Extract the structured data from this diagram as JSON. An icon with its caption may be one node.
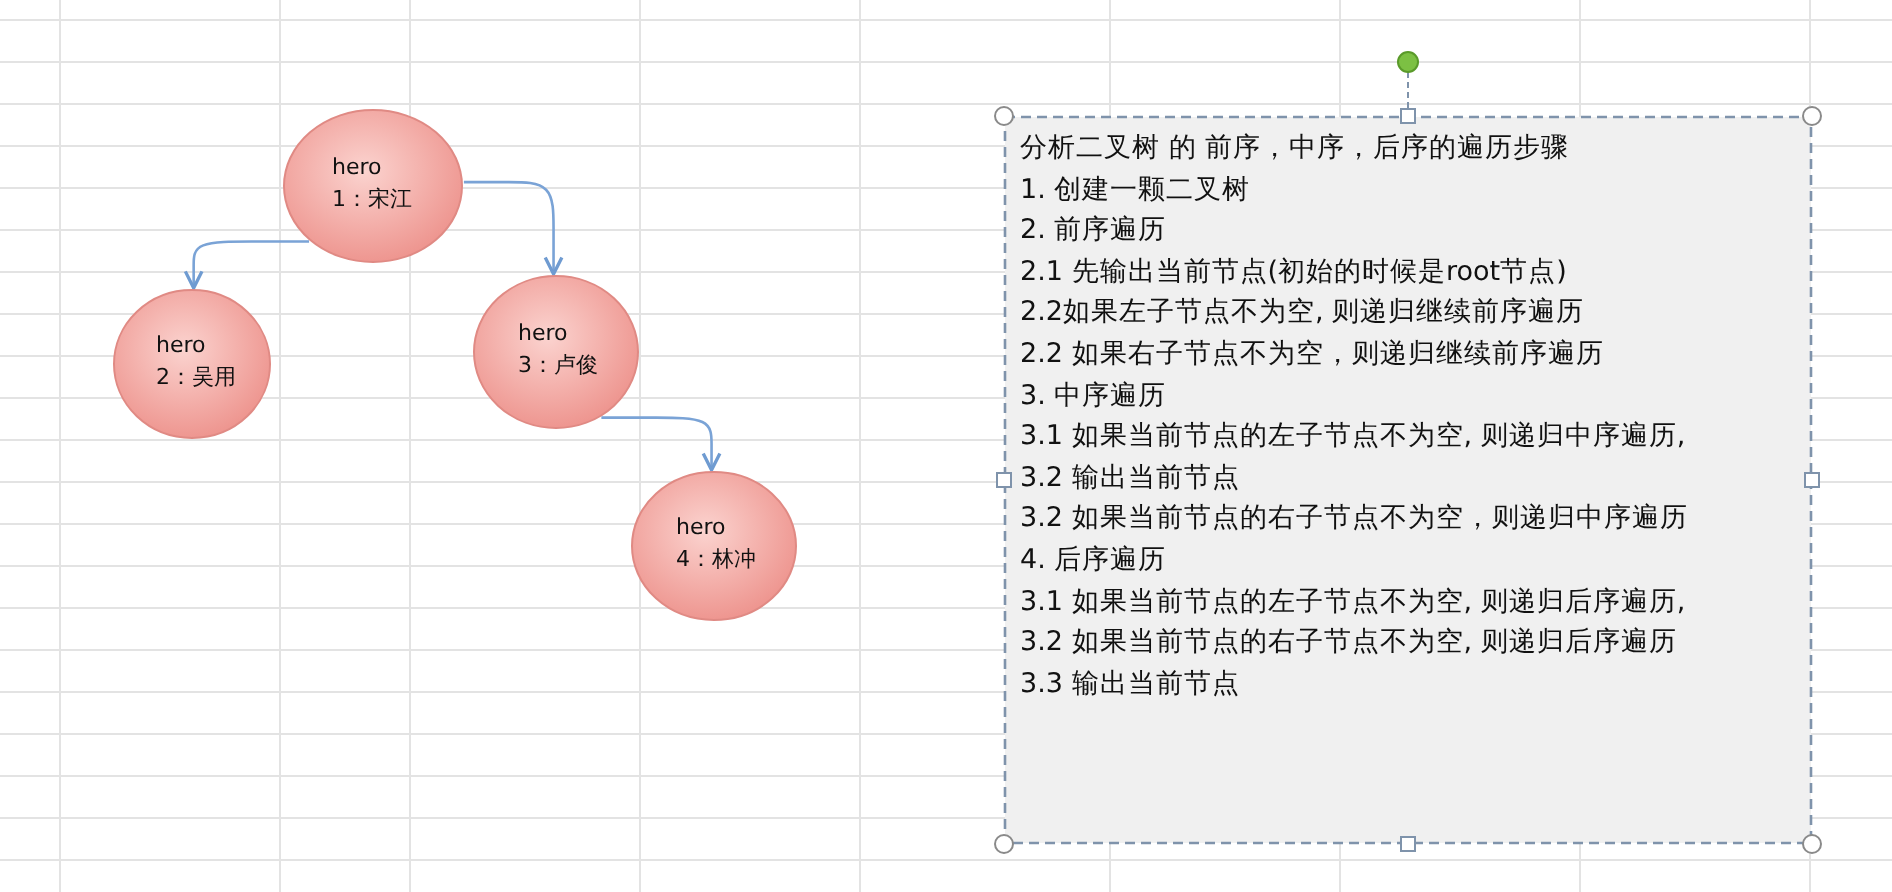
{
  "diagram": {
    "nodes": [
      {
        "text": [
          "hero",
          "1：宋江"
        ]
      },
      {
        "text": [
          "hero",
          "2：吴用"
        ]
      },
      {
        "text": [
          "hero",
          "3：卢俊"
        ]
      },
      {
        "text": [
          "hero",
          "4：林冲"
        ]
      },
      {
        "text": [
          "分析二叉树 的 前序，中序，后序的遍历步骤",
          "1. 创建一颗二叉树",
          "2. 前序遍历",
          "2.1 先输出当前节点(初始的时候是root节点)",
          "2.2如果左子节点不为空, 则递归继续前序遍历",
          "2.2 如果右子节点不为空，则递归继续前序遍历",
          "3. 中序遍历",
          "3.1  如果当前节点的左子节点不为空, 则递归中序遍历,",
          "3.2  输出当前节点",
          "3.2 如果当前节点的右子节点不为空，则递归中序遍历",
          "4. 后序遍历",
          "3.1  如果当前节点的左子节点不为空, 则递归后序遍历,",
          "3.2  如果当前节点的右子节点不为空, 则递归后序遍历",
          "3.3 输出当前节点"
        ]
      }
    ],
    "edges": [
      {
        "from": 0,
        "to": 1,
        "arrow": "to"
      },
      {
        "from": 0,
        "to": 2,
        "arrow": "to"
      },
      {
        "from": 2,
        "to": 3,
        "arrow": "to"
      }
    ]
  }
}
